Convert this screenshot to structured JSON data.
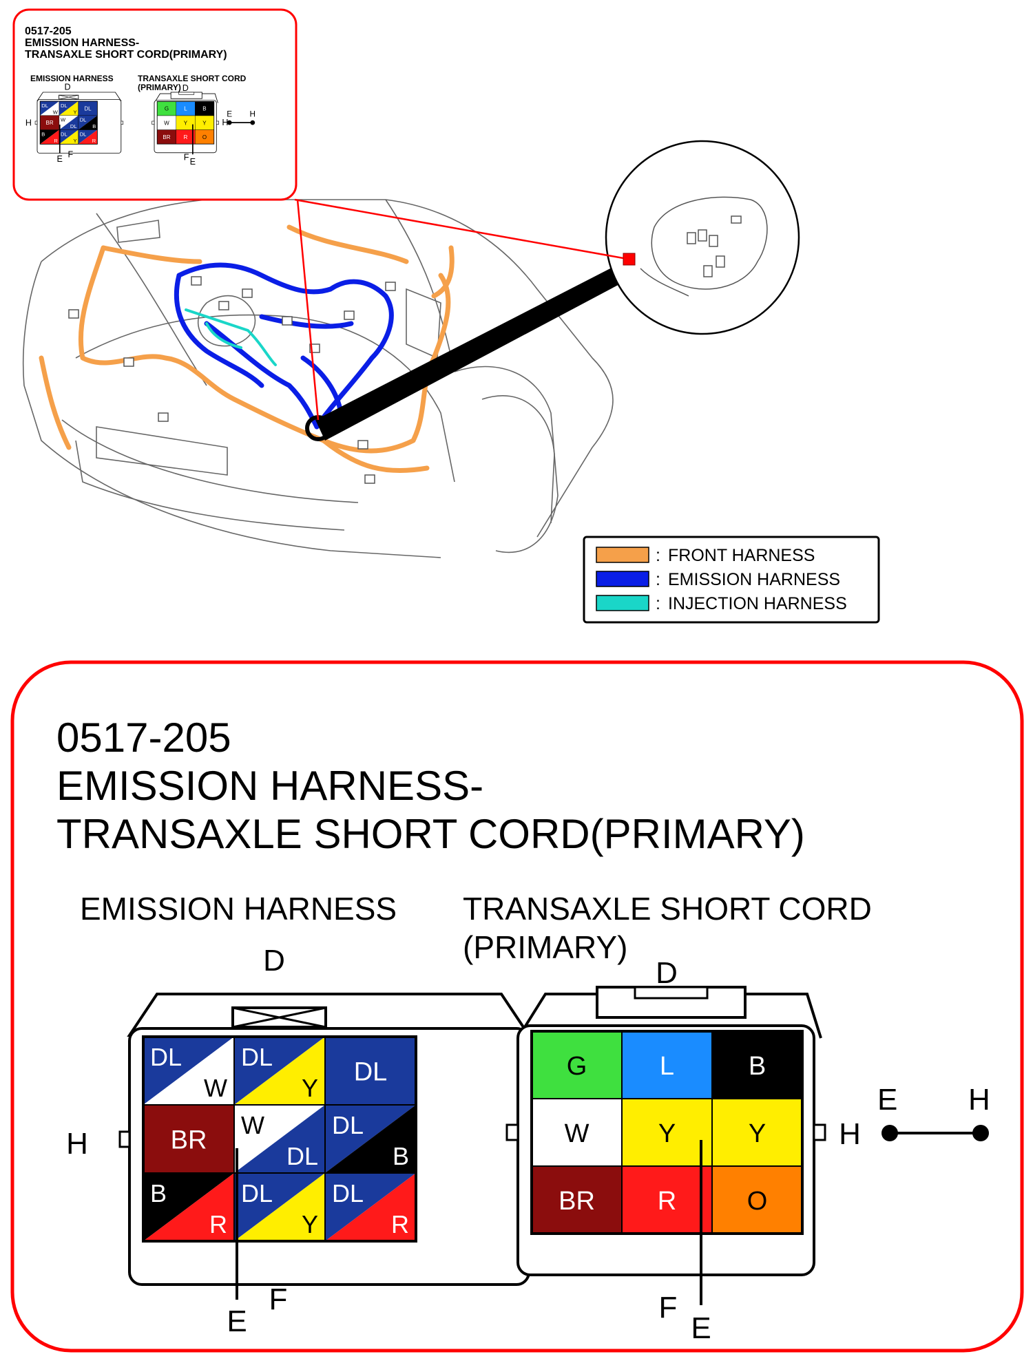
{
  "inset": {
    "code": "0517-205",
    "title_line1": "EMISSION HARNESS-",
    "title_line2": "TRANSAXLE SHORT CORD(PRIMARY)",
    "left_label": "EMISSION HARNESS",
    "right_label_line1": "TRANSAXLE SHORT CORD",
    "right_label_line2": "(PRIMARY)"
  },
  "main": {
    "code": "0517-205",
    "title_line1": "EMISSION HARNESS-",
    "title_line2": "TRANSAXLE SHORT CORD(PRIMARY)",
    "left_label": "EMISSION HARNESS",
    "right_label_line1": "TRANSAXLE SHORT CORD",
    "right_label_line2": "(PRIMARY)"
  },
  "markers": {
    "d": "D",
    "e": "E",
    "f": "F",
    "h": "H"
  },
  "legend": {
    "front": "FRONT HARNESS",
    "emission": "EMISSION HARNESS",
    "injection": "INJECTION HARNESS",
    "sep": ":"
  },
  "emission_connector": {
    "pins": [
      {
        "type": "split",
        "a": "DL",
        "b": "W",
        "ca": "#1a3a9c",
        "cb": "#ffffff",
        "tb": "#000000"
      },
      {
        "type": "split",
        "a": "DL",
        "b": "Y",
        "ca": "#1a3a9c",
        "cb": "#ffee00",
        "tb": "#000000"
      },
      {
        "type": "solid",
        "a": "DL",
        "ca": "#1a3a9c"
      },
      {
        "type": "solid",
        "a": "BR",
        "ca": "#8b0d0d"
      },
      {
        "type": "split",
        "a": "W",
        "b": "DL",
        "ca": "#ffffff",
        "cb": "#1a3a9c",
        "ta": "#000000"
      },
      {
        "type": "split",
        "a": "DL",
        "b": "B",
        "ca": "#1a3a9c",
        "cb": "#000000"
      },
      {
        "type": "split",
        "a": "B",
        "b": "R",
        "ca": "#000000",
        "cb": "#ff1a1a"
      },
      {
        "type": "split",
        "a": "DL",
        "b": "Y",
        "ca": "#1a3a9c",
        "cb": "#ffee00",
        "tb": "#000000"
      },
      {
        "type": "split",
        "a": "DL",
        "b": "R",
        "ca": "#1a3a9c",
        "cb": "#ff1a1a"
      }
    ]
  },
  "transaxle_connector": {
    "pins": [
      {
        "a": "G",
        "ca": "#3fe03f",
        "ta": "#000000"
      },
      {
        "a": "L",
        "ca": "#1a8cff",
        "ta": "#ffffff"
      },
      {
        "a": "B",
        "ca": "#000000",
        "ta": "#ffffff"
      },
      {
        "a": "W",
        "ca": "#ffffff",
        "ta": "#000000"
      },
      {
        "a": "Y",
        "ca": "#ffee00",
        "ta": "#000000"
      },
      {
        "a": "Y",
        "ca": "#ffee00",
        "ta": "#000000"
      },
      {
        "a": "BR",
        "ca": "#8b0d0d",
        "ta": "#ffffff"
      },
      {
        "a": "R",
        "ca": "#ff1a1a",
        "ta": "#ffffff"
      },
      {
        "a": "O",
        "ca": "#ff8000",
        "ta": "#000000"
      }
    ]
  },
  "colors": {
    "front_harness": "#f5a04a",
    "emission_harness": "#0a1ee6",
    "injection_harness": "#1ad6c8",
    "callout_red": "#ff0000"
  }
}
